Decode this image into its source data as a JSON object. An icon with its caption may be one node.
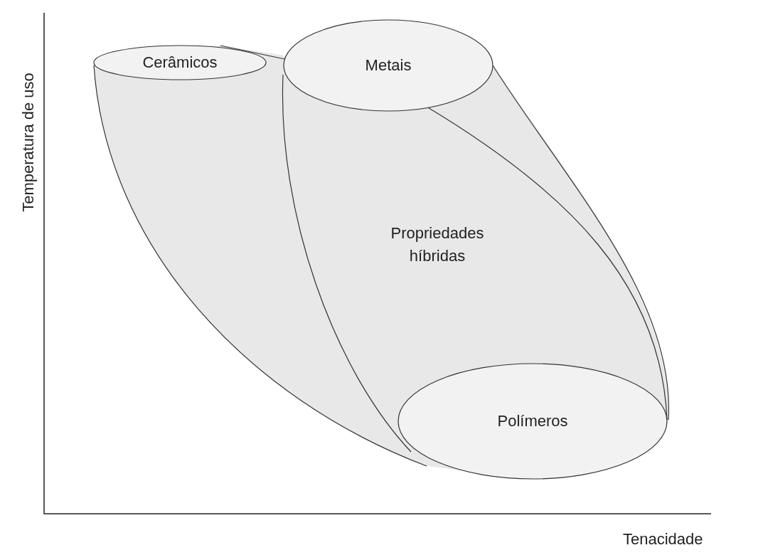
{
  "diagram": {
    "nodes": [
      {
        "text": [
          "Cerâmicos"
        ]
      },
      {
        "text": [
          "Metais"
        ]
      },
      {
        "text": [
          "Polímeros"
        ]
      }
    ],
    "edges": [],
    "labels": [
      "Temperatura de uso",
      "Propriedades híbridas",
      "Tenacidade"
    ]
  }
}
